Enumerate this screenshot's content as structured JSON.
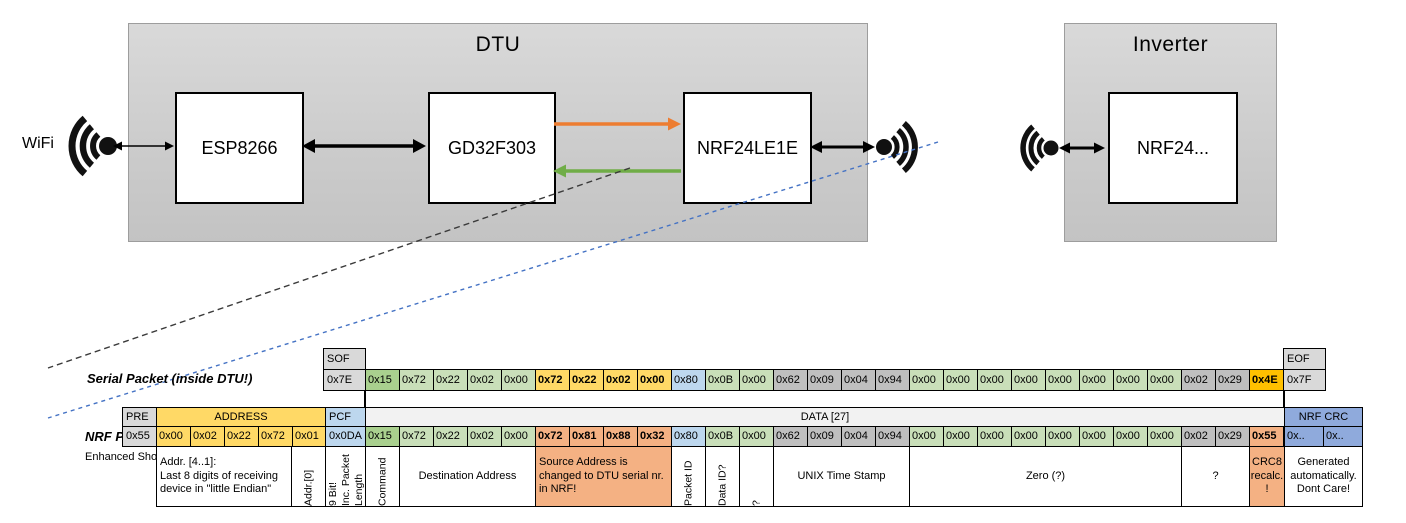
{
  "diagram": {
    "wifi_label": "WiFi",
    "dtu": {
      "title": "DTU",
      "esp": "ESP8266",
      "mcu": "GD32F303",
      "radio": "NRF24LE1E"
    },
    "inverter": {
      "title": "Inverter",
      "radio": "NRF24..."
    },
    "colors": {
      "uart_tx_arrow": "#ED7D31",
      "uart_rx_arrow": "#70AD47",
      "radio_link_dash": "#4472C4"
    }
  },
  "serial_packet": {
    "label": "Serial Packet (inside DTU!)",
    "sof": {
      "header": "SOF",
      "value": "0x7E"
    },
    "eof": {
      "header": "EOF",
      "value": "0x7F"
    },
    "bytes": [
      {
        "v": "0x15",
        "c": "g2"
      },
      {
        "v": "0x72",
        "c": "g1"
      },
      {
        "v": "0x22",
        "c": "g1"
      },
      {
        "v": "0x02",
        "c": "g1"
      },
      {
        "v": "0x00",
        "c": "g1"
      },
      {
        "v": "0x72",
        "c": "yb"
      },
      {
        "v": "0x22",
        "c": "yb"
      },
      {
        "v": "0x02",
        "c": "yb"
      },
      {
        "v": "0x00",
        "c": "yb"
      },
      {
        "v": "0x80",
        "c": "b"
      },
      {
        "v": "0x0B",
        "c": "g1"
      },
      {
        "v": "0x00",
        "c": "g1"
      },
      {
        "v": "0x62",
        "c": "gr"
      },
      {
        "v": "0x09",
        "c": "gr"
      },
      {
        "v": "0x04",
        "c": "gr"
      },
      {
        "v": "0x94",
        "c": "gr"
      },
      {
        "v": "0x00",
        "c": "g1"
      },
      {
        "v": "0x00",
        "c": "g1"
      },
      {
        "v": "0x00",
        "c": "g1"
      },
      {
        "v": "0x00",
        "c": "g1"
      },
      {
        "v": "0x00",
        "c": "g1"
      },
      {
        "v": "0x00",
        "c": "g1"
      },
      {
        "v": "0x00",
        "c": "g1"
      },
      {
        "v": "0x00",
        "c": "g1"
      },
      {
        "v": "0x02",
        "c": "gr"
      },
      {
        "v": "0x29",
        "c": "gr"
      },
      {
        "v": "0x4E",
        "c": "ob"
      }
    ]
  },
  "nrf_packet": {
    "label": "NRF Packet",
    "sublabel": "Enhanced Shockburst",
    "pre": {
      "header": "PRE",
      "value": "0x55"
    },
    "address": {
      "header": "ADDRESS",
      "values": [
        "0x00",
        "0x02",
        "0x22",
        "0x72",
        "0x01"
      ]
    },
    "pcf": {
      "header": "PCF",
      "value": "0x0DA"
    },
    "data_header": "DATA [27]",
    "bytes": [
      {
        "v": "0x15",
        "c": "g2"
      },
      {
        "v": "0x72",
        "c": "g1"
      },
      {
        "v": "0x22",
        "c": "g1"
      },
      {
        "v": "0x02",
        "c": "g1"
      },
      {
        "v": "0x00",
        "c": "g1"
      },
      {
        "v": "0x72",
        "c": "sb"
      },
      {
        "v": "0x81",
        "c": "sb"
      },
      {
        "v": "0x88",
        "c": "sb"
      },
      {
        "v": "0x32",
        "c": "sb"
      },
      {
        "v": "0x80",
        "c": "b"
      },
      {
        "v": "0x0B",
        "c": "g1"
      },
      {
        "v": "0x00",
        "c": "g1"
      },
      {
        "v": "0x62",
        "c": "gr"
      },
      {
        "v": "0x09",
        "c": "gr"
      },
      {
        "v": "0x04",
        "c": "gr"
      },
      {
        "v": "0x94",
        "c": "gr"
      },
      {
        "v": "0x00",
        "c": "g1"
      },
      {
        "v": "0x00",
        "c": "g1"
      },
      {
        "v": "0x00",
        "c": "g1"
      },
      {
        "v": "0x00",
        "c": "g1"
      },
      {
        "v": "0x00",
        "c": "g1"
      },
      {
        "v": "0x00",
        "c": "g1"
      },
      {
        "v": "0x00",
        "c": "g1"
      },
      {
        "v": "0x00",
        "c": "g1"
      },
      {
        "v": "0x02",
        "c": "gr"
      },
      {
        "v": "0x29",
        "c": "gr"
      },
      {
        "v": "0x55",
        "c": "sb"
      }
    ],
    "crc": {
      "header": "NRF CRC",
      "values": [
        "0x..",
        "0x.."
      ]
    }
  },
  "annotations": [
    {
      "text": "Addr. [4..1]:\nLast 8 digits of receiving device in \"little Endian\""
    },
    {
      "text": "Addr.[0]"
    },
    {
      "text": "9 Bit!\nInc. Packet\nLength"
    },
    {
      "text": "Command"
    },
    {
      "text": "Destination Address"
    },
    {
      "text": "Source Address is changed to DTU serial nr. in NRF!"
    },
    {
      "text": "Packet ID"
    },
    {
      "text": "Data ID?"
    },
    {
      "text": "?"
    },
    {
      "text": "UNIX Time Stamp"
    },
    {
      "text": "Zero (?)"
    },
    {
      "text": "?"
    },
    {
      "text": "CRC8\nrecalc.\n!"
    },
    {
      "text": "Generated\nautomatically.\nDont Care!"
    }
  ]
}
